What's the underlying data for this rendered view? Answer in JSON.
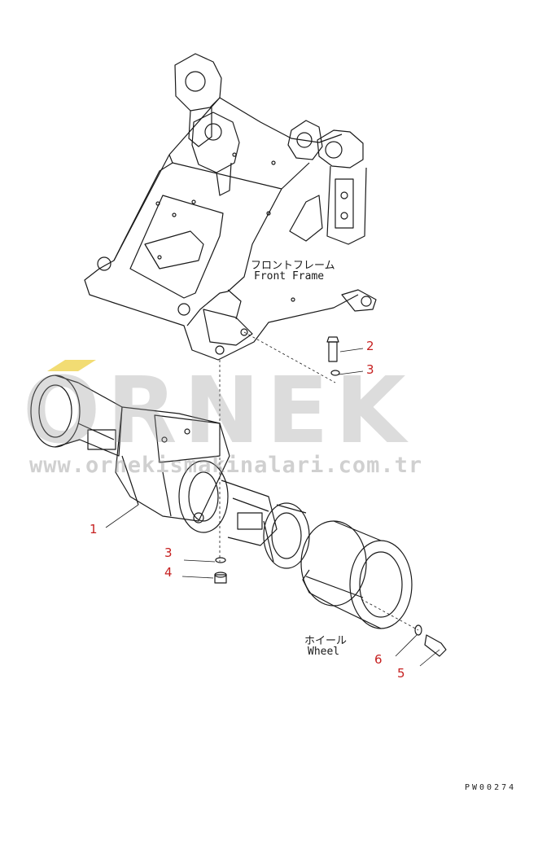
{
  "labels": {
    "front_frame_jp": "フロントフレーム",
    "front_frame_en": "Front Frame",
    "wheel_jp": "ホイール",
    "wheel_en": "Wheel"
  },
  "callouts": [
    "1",
    "2",
    "3",
    "3",
    "4",
    "5",
    "6"
  ],
  "watermark": {
    "logo": "ORNEK",
    "url": "www.ornekismakinalari.com.tr"
  },
  "drawing_code": "PW00274",
  "colors": {
    "line": "#1a1a1a",
    "callout": "#c62020",
    "watermark": "#969696",
    "accent": "#e8c000"
  }
}
